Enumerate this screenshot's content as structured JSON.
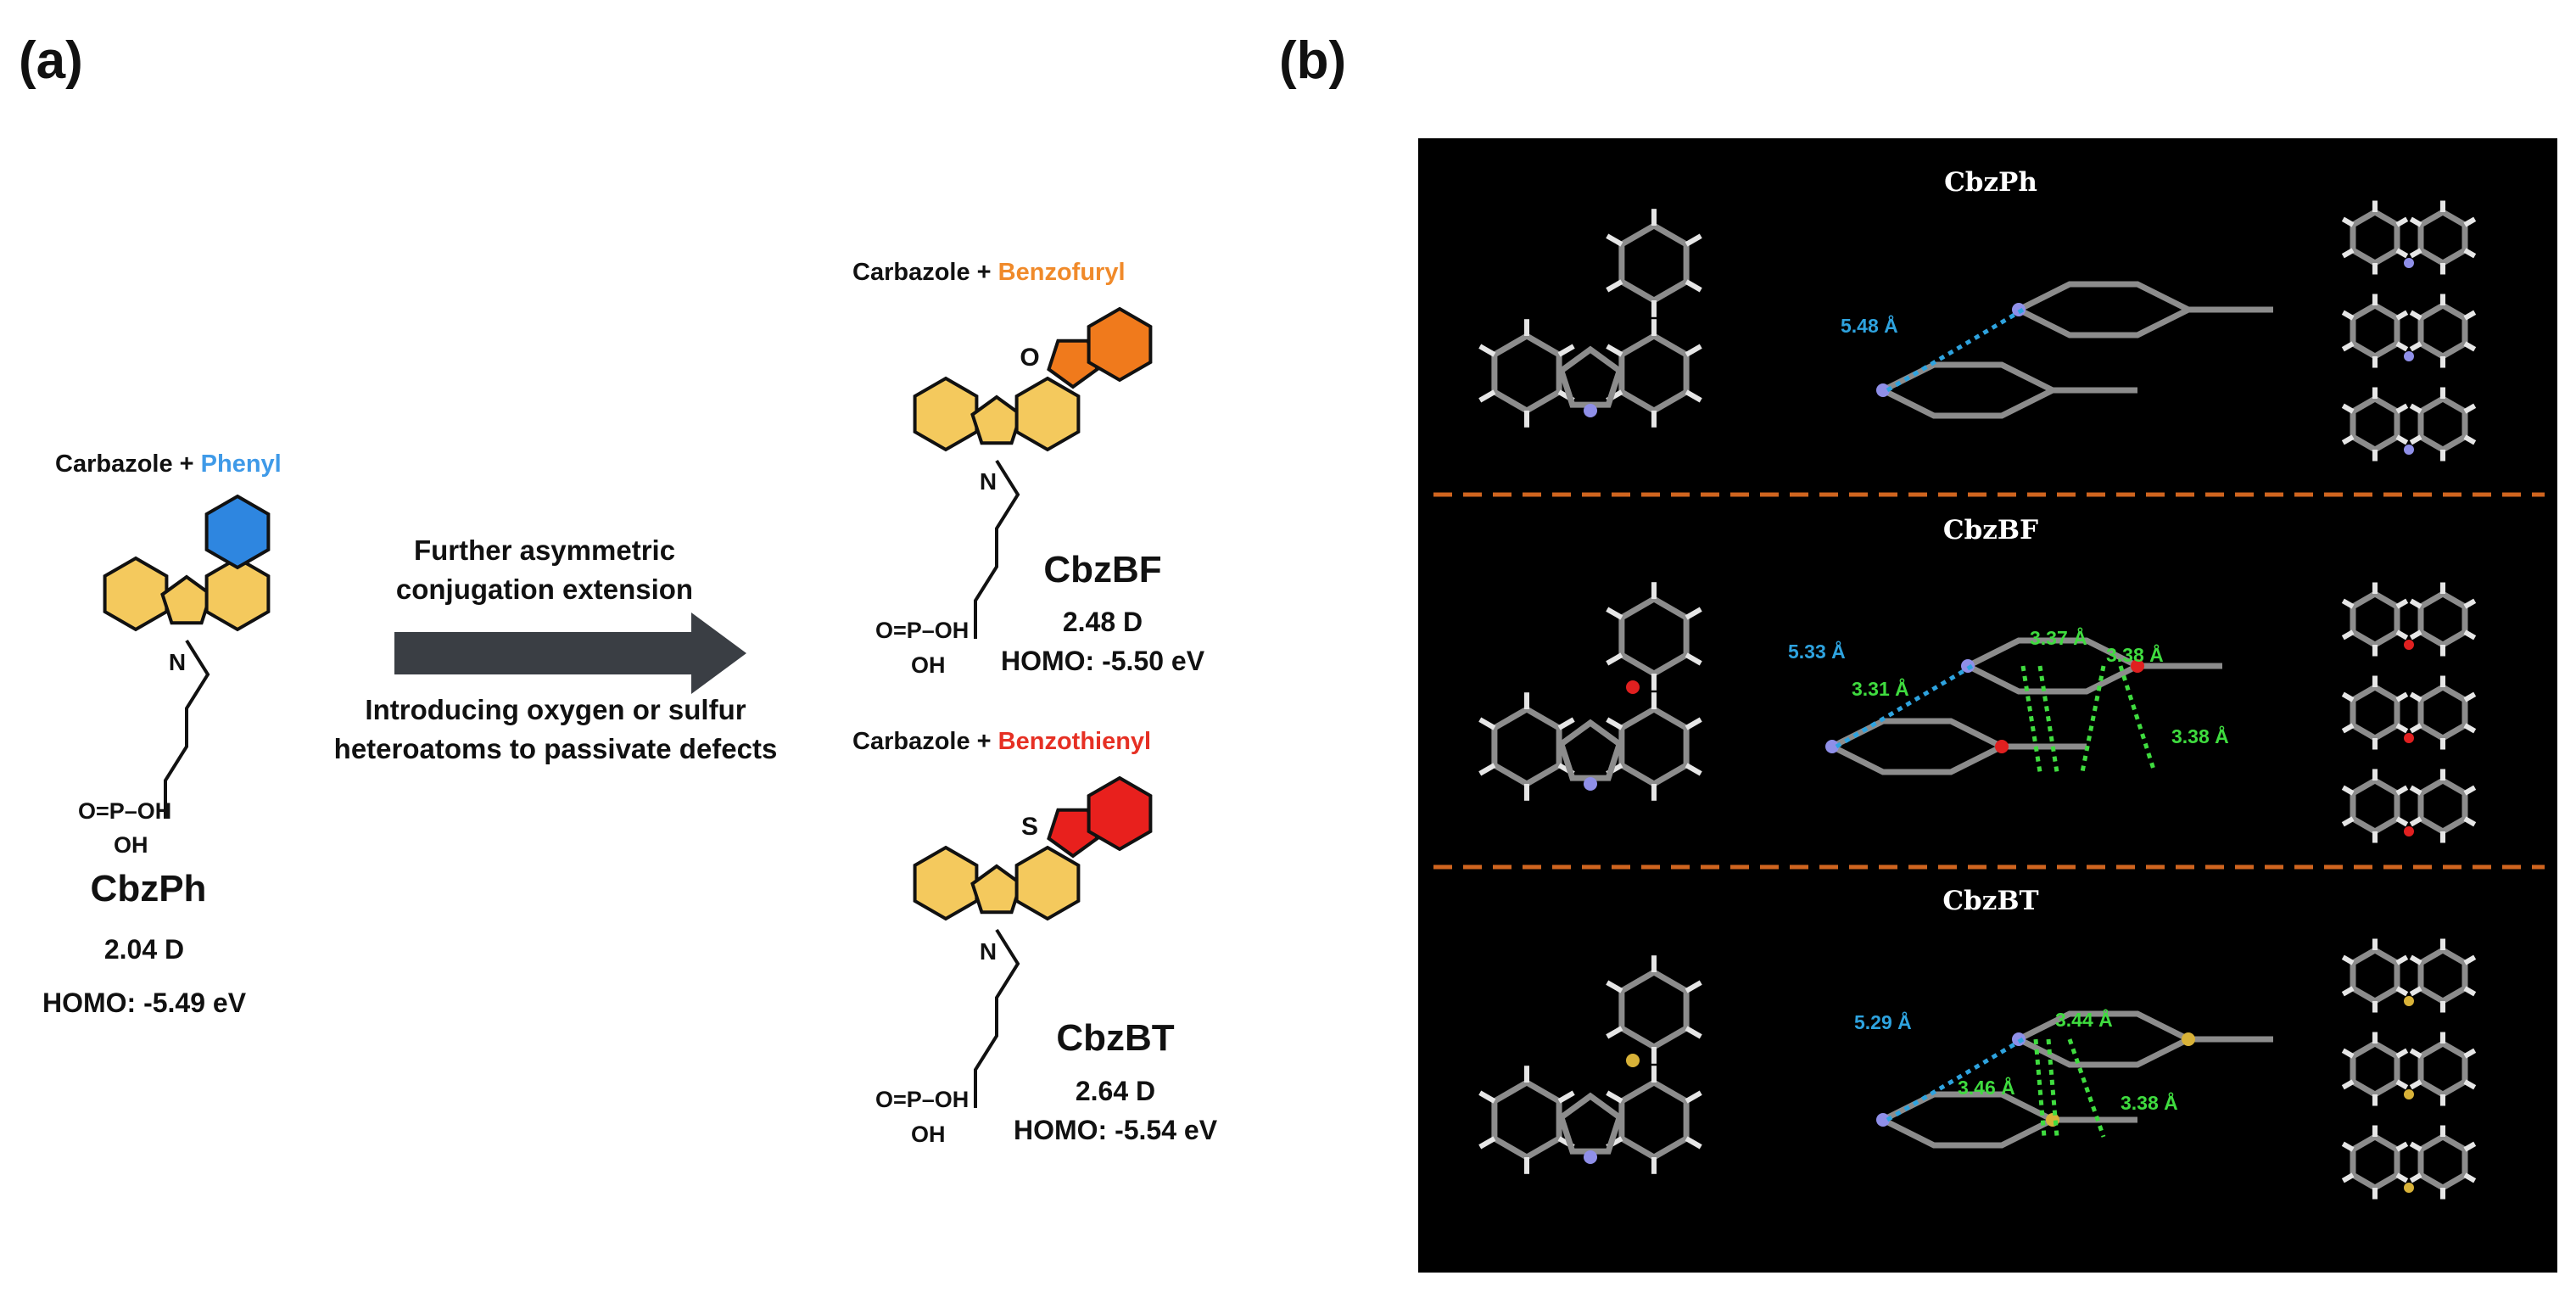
{
  "panel_a": {
    "label": "(a)",
    "cbzph": {
      "prefix": "Carbazole + ",
      "highlight": "Phenyl",
      "name": "CbzPh",
      "dipole": "2.04 D",
      "homo": "HOMO: -5.49 eV",
      "n_atom": "N",
      "acid_main": "O=P–OH",
      "acid_oh": "OH"
    },
    "arrow": {
      "top_line1": "Further asymmetric",
      "top_line2": "conjugation extension",
      "bottom_line1": "Introducing oxygen or sulfur",
      "bottom_line2": "heteroatoms to passivate defects"
    },
    "cbzbf": {
      "prefix": "Carbazole + ",
      "highlight": "Benzofuryl",
      "name": "CbzBF",
      "dipole": "2.48 D",
      "homo": "HOMO: -5.50 eV",
      "hetero": "O",
      "n_atom": "N",
      "acid_main": "O=P–OH",
      "acid_oh": "OH"
    },
    "cbzbt": {
      "prefix": "Carbazole + ",
      "highlight": "Benzothienyl",
      "name": "CbzBT",
      "dipole": "2.64 D",
      "homo": "HOMO: -5.54 eV",
      "hetero": "S",
      "n_atom": "N",
      "acid_main": "O=P–OH",
      "acid_oh": "OH"
    },
    "colors": {
      "carbazole": "#f4c95d",
      "phenyl": "#2e86e0",
      "benzofuryl": "#f07a1c",
      "benzothienyl": "#e8201d",
      "phenyl_text": "#3f9ae8",
      "benzofuryl_text": "#f08a2a",
      "benzothienyl_text": "#e63024",
      "arrow": "#3a3e44"
    }
  },
  "panel_b": {
    "label": "(b)",
    "rows": [
      {
        "title": "CbzPh",
        "blue": [
          "5.48 Å"
        ],
        "green": []
      },
      {
        "title": "CbzBF",
        "blue": [
          "5.33 Å"
        ],
        "green": [
          "3.31 Å",
          "3.37 Å",
          "3.38 Å",
          "3.38 Å"
        ]
      },
      {
        "title": "CbzBT",
        "blue": [
          "5.29 Å"
        ],
        "green": [
          "3.46 Å",
          "3.44 Å",
          "3.38 Å"
        ]
      }
    ],
    "colors": {
      "background": "#000000",
      "divider": "#d0651f",
      "blue_label": "#2ea3df",
      "green_label": "#3fdc3f",
      "bond": "#8c8c8c",
      "hydrogen": "#e6e6e6",
      "nitrogen": "#8f8fe8",
      "oxygen": "#e02020",
      "sulfur": "#d8b238"
    }
  }
}
